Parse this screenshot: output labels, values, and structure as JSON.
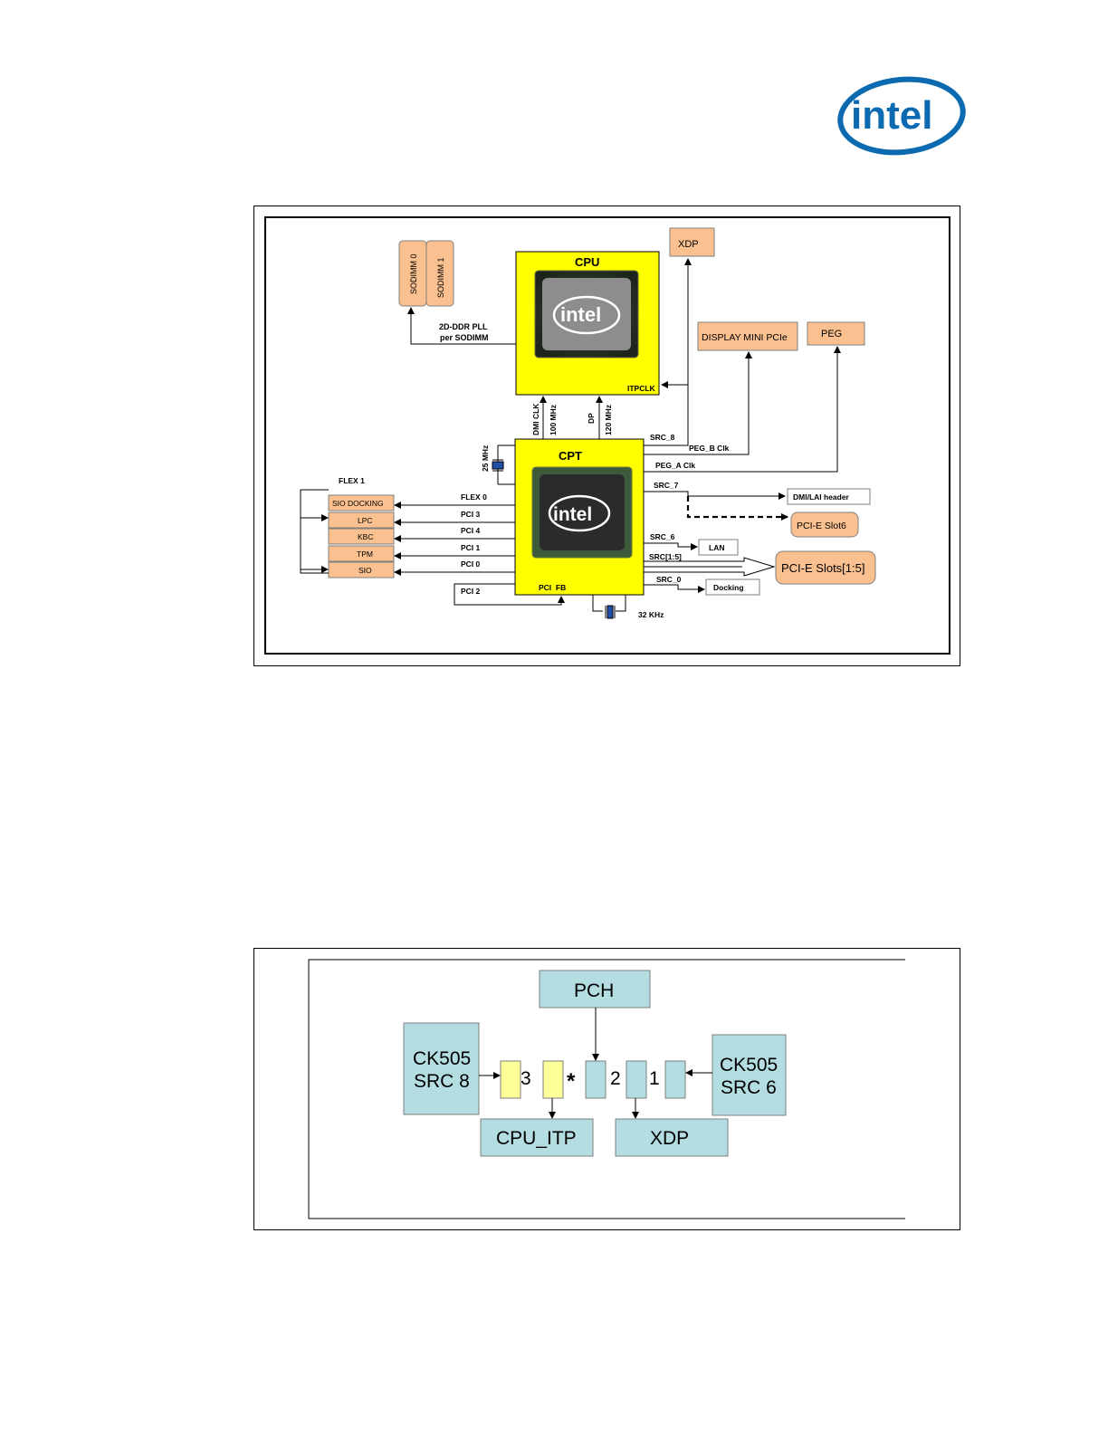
{
  "logo": {
    "text": "intel"
  },
  "figure1": {
    "cpu": {
      "label": "CPU",
      "die_logo": "intel",
      "itpclk": "ITPCLK"
    },
    "cpt": {
      "label": "CPT",
      "die_logo": "intel",
      "pci_fb": "PCI  FB"
    },
    "xdp": "XDP",
    "display_mini_pcie": "DISPLAY MINI PCIe",
    "peg": "PEG",
    "sodimm0": "SODIMM 0",
    "sodimm1": "SODIMM 1",
    "ddr_pll_line1": "2D-DDR PLL",
    "ddr_pll_line2": "per SODIMM",
    "dmi_clk": "DMI CLK",
    "dmi_freq": "100 MHz",
    "dp": "DP",
    "dp_freq": "120 MHz",
    "xtal_25": "25 MHz",
    "xtal_32": "32 KHz",
    "flex1": "FLEX 1",
    "sio_boxes": [
      "SIO DOCKING",
      "LPC",
      "KBC",
      "TPM",
      "SIO"
    ],
    "left_signals": [
      "FLEX 0",
      "PCI 3",
      "PCI 4",
      "PCI 1",
      "PCI 0"
    ],
    "pci2": "PCI 2",
    "src8": "SRC_8",
    "peg_b_clk": "PEG_B Clk",
    "peg_a_clk": "PEG_A Clk",
    "src7": "SRC_7",
    "dmi_lai_header": "DMI/LAI header",
    "pcie_slot6": "PCI-E Slot6",
    "src6": "SRC_6",
    "lan": "LAN",
    "src_1_5": "SRC[1:5]",
    "pcie_slots": "PCI-E Slots[1:5]",
    "src0": "SRC_0",
    "docking": "Docking"
  },
  "figure2": {
    "pch": "PCH",
    "ck505_src8_line1": "CK505",
    "ck505_src8_line2": "SRC 8",
    "ck505_src6_line1": "CK505",
    "ck505_src6_line2": "SRC 6",
    "cpu_itp": "CPU_ITP",
    "xdp": "XDP",
    "label_3": "3",
    "label_star": "*",
    "label_2": "2",
    "label_1": "1"
  },
  "colors": {
    "intel_blue": "#0b6ab0",
    "chip_yellow": "#ffff00",
    "peach": "#fac090",
    "teal_box": "#b3dde1",
    "pale_yellow": "#ffff99"
  }
}
